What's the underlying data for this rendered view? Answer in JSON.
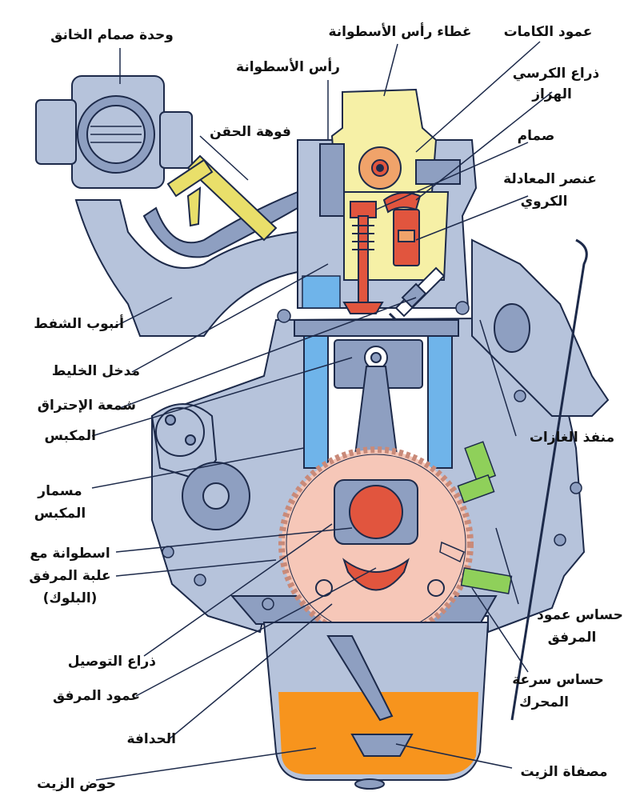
{
  "labels": {
    "throttle_body": "وحدة صمام الخانق",
    "cylinder_head_cover": "غطاء رأس الأسطوانة",
    "camshaft": "عمود الكامات",
    "cylinder_head": "رأس الأسطوانة",
    "rocker_arm_1": "ذراع الكرسي",
    "rocker_arm_2": "الهزاز",
    "injector": "فوهة الحقن",
    "valve": "صمام",
    "hydraulic_lash_1": "عنصر المعادلة",
    "hydraulic_lash_2": "الكروي",
    "intake_manifold": "أنبوب الشفط",
    "intake_port": "مدخل الخليط",
    "spark_plug": "شمعة الإحتراق",
    "exhaust_port": "منفذ الغازات",
    "piston": "المكبس",
    "piston_pin_1": "مسمار",
    "piston_pin_2": "المكبس",
    "cylinder_block_1": "اسطوانة مع",
    "cylinder_block_2": "علبة المرفق",
    "cylinder_block_3": "(البلوك)",
    "crank_sensor_1": "حساس عمود",
    "crank_sensor_2": "المرفق",
    "connecting_rod": "ذراع التوصيل",
    "speed_sensor_1": "حساس سرعة",
    "speed_sensor_2": "المحرك",
    "crankshaft": "عمود المرفق",
    "flywheel": "الحدافة",
    "oil_strainer": "مصفاة الزيت",
    "oil_pan": "حوض الزيت"
  },
  "colors": {
    "block": "#b6c3db",
    "block_dark": "#8e9fc1",
    "outline": "#1d2a4a",
    "head_cover": "#f6f0a6",
    "valve_red": "#e1553e",
    "water_blue": "#6fb4ea",
    "flywheel": "#f6c7b8",
    "oil": "#f7941d",
    "sensor_green": "#8fd05a"
  }
}
